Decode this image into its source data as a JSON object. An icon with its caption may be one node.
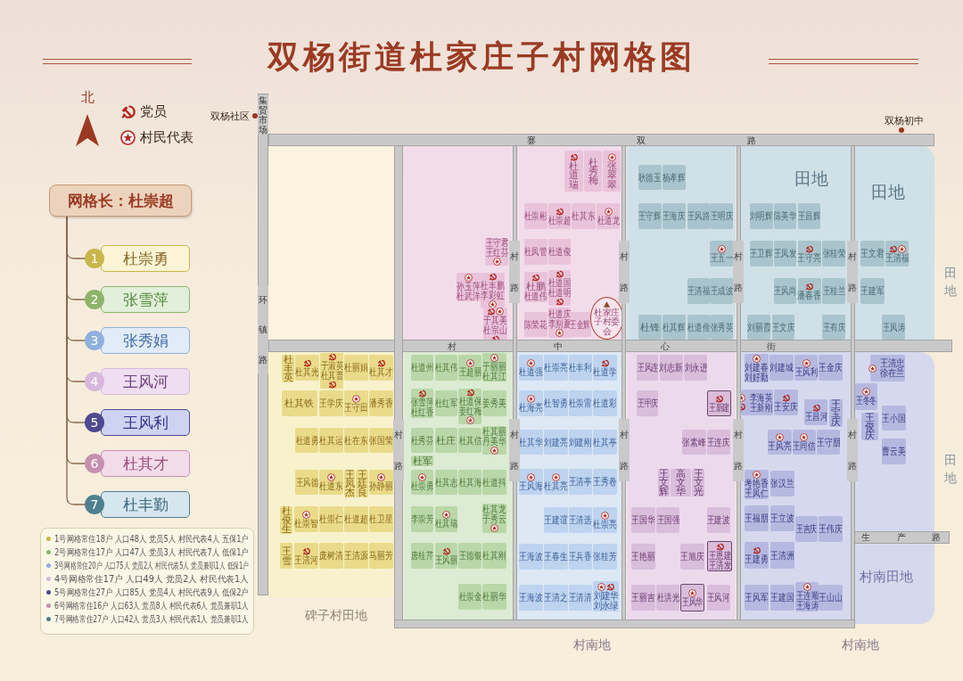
{
  "diagram": {
    "title": "双杨街道杜家庄子村网格图",
    "nodes": [
      {
        "text": [
          "网格长：杜崇超"
        ]
      },
      {
        "text": [
          "1",
          "杜崇勇"
        ]
      },
      {
        "text": [
          "2",
          "张雪萍"
        ]
      },
      {
        "text": [
          "3",
          "张秀娟"
        ]
      },
      {
        "text": [
          "4",
          "王风河"
        ]
      },
      {
        "text": [
          "5",
          "王风利"
        ]
      },
      {
        "text": [
          "6",
          "杜其才"
        ]
      },
      {
        "text": [
          "7",
          "杜丰勤"
        ]
      },
      {
        "text": [],
        "shape": "box"
      },
      {
        "text": [],
        "shape": "box"
      },
      {
        "text": [
          "王守君",
          "王红芬"
        ],
        "in": 9
      },
      {
        "text": [
          "孙玉萍",
          "杜武洋"
        ],
        "in": 9
      },
      {
        "text": [
          "杜丰鹏",
          "李彩虹"
        ],
        "in": 9
      },
      {
        "text": [
          "于其美",
          "杜宗山"
        ],
        "in": 9
      },
      {
        "text": [],
        "shape": "box"
      },
      {
        "text": [
          "杜道瑞"
        ],
        "in": 14
      },
      {
        "text": [
          "杜秀梅"
        ],
        "in": 14
      },
      {
        "text": [
          "张翠翠"
        ],
        "in": 14
      },
      {
        "text": [
          "杜崇彬"
        ],
        "in": 14
      },
      {
        "text": [
          "杜崇超"
        ],
        "in": 14
      },
      {
        "text": [
          "杜其东"
        ],
        "in": 14
      },
      {
        "text": [
          "杜道龙"
        ],
        "in": 14
      },
      {
        "text": [
          "杜凤管"
        ],
        "in": 14
      },
      {
        "text": [
          "杜道俊"
        ],
        "in": 14
      },
      {
        "text": [
          "杜鹏",
          "杜道伟"
        ],
        "in": 14
      },
      {
        "text": [
          "杜道国",
          "杜道明"
        ],
        "in": 14
      },
      {
        "text": [
          "陈荣花"
        ],
        "in": 14
      },
      {
        "text": [
          "杜道庆",
          "李别夏"
        ],
        "in": 14
      },
      {
        "text": [
          "王金辉"
        ],
        "in": 14
      },
      {
        "text": [
          "杜家庄子村委会"
        ],
        "in": 14
      },
      {
        "text": [],
        "shape": "box"
      },
      {
        "text": [
          "耿德玉"
        ],
        "in": 30
      },
      {
        "text": [
          "杨孝辉"
        ],
        "in": 30
      },
      {
        "text": [
          "王守辉"
        ],
        "in": 30
      },
      {
        "text": [
          "王海庆"
        ],
        "in": 30
      },
      {
        "text": [
          "王风路"
        ],
        "in": 30
      },
      {
        "text": [
          "王明庆"
        ],
        "in": 30
      },
      {
        "text": [
          "王五一"
        ],
        "in": 30
      },
      {
        "text": [
          "王清福"
        ],
        "in": 30
      },
      {
        "text": [
          "王成波"
        ],
        "in": 30
      },
      {
        "text": [
          "杜锋"
        ],
        "in": 30
      },
      {
        "text": [
          "杜其辉"
        ],
        "in": 30
      },
      {
        "text": [
          "杜道俭"
        ],
        "in": 30
      },
      {
        "text": [
          "张秀英"
        ],
        "in": 30
      },
      {
        "text": [
          "田地"
        ]
      },
      {
        "text": [
          "刘明辉"
        ],
        "in": 44
      },
      {
        "text": [
          "陈美华"
        ],
        "in": 44
      },
      {
        "text": [
          "王昌辉"
        ],
        "in": 44
      },
      {
        "text": [
          "王卫辉"
        ],
        "in": 44
      },
      {
        "text": [
          "王凤发"
        ],
        "in": 44
      },
      {
        "text": [
          "王守亮"
        ],
        "in": 44
      },
      {
        "text": [
          "张桂荣"
        ],
        "in": 44
      },
      {
        "text": [
          "王风尚"
        ],
        "in": 44
      },
      {
        "text": [
          "潘春香"
        ],
        "in": 44
      },
      {
        "text": [
          "王桂兰"
        ],
        "in": 44
      },
      {
        "text": [
          "刘丽霞"
        ],
        "in": 44
      },
      {
        "text": [
          "王文庆"
        ],
        "in": 44
      },
      {
        "text": [
          "王有庆"
        ],
        "in": 44
      },
      {
        "text": [
          "田地"
        ]
      },
      {
        "text": [
          "王文君"
        ],
        "in": 58
      },
      {
        "text": [
          "王清福"
        ],
        "in": 58
      },
      {
        "text": [
          "王建军"
        ],
        "in": 58
      },
      {
        "text": [
          "王凤涛"
        ],
        "in": 58
      },
      {
        "text": [],
        "shape": "box"
      },
      {
        "text": [
          "杜丰英"
        ],
        "in": 63
      },
      {
        "text": [
          "杜其光"
        ],
        "in": 63
      },
      {
        "text": [
          "于淑英",
          "杜其普"
        ],
        "in": 63
      },
      {
        "text": [
          "杜丽娟"
        ],
        "in": 63
      },
      {
        "text": [
          "杜其才"
        ],
        "in": 63
      },
      {
        "text": [
          "杜其铁"
        ],
        "in": 63
      },
      {
        "text": [
          "王学庆"
        ],
        "in": 63
      },
      {
        "text": [
          "王守田"
        ],
        "in": 63
      },
      {
        "text": [
          "潘秀香"
        ],
        "in": 63
      },
      {
        "text": [
          "杜道勇"
        ],
        "in": 63
      },
      {
        "text": [
          "杜其运"
        ],
        "in": 63
      },
      {
        "text": [
          "杜在东"
        ],
        "in": 63
      },
      {
        "text": [
          "张国荣"
        ],
        "in": 63
      },
      {
        "text": [
          "王风德"
        ],
        "in": 63
      },
      {
        "text": [
          "杜道东"
        ],
        "in": 63
      },
      {
        "text": [
          "王凤杰"
        ],
        "in": 63
      },
      {
        "text": [
          "王廷良"
        ],
        "in": 63
      },
      {
        "text": [
          "孙静丽"
        ],
        "in": 63
      },
      {
        "text": [
          "杜俊生"
        ],
        "in": 63
      },
      {
        "text": [
          "杜崇智"
        ],
        "in": 63
      },
      {
        "text": [
          "杜崇仁"
        ],
        "in": 63
      },
      {
        "text": [
          "杜道超"
        ],
        "in": 63
      },
      {
        "text": [
          "杜卫星"
        ],
        "in": 63
      },
      {
        "text": [
          "王雪"
        ],
        "in": 63
      },
      {
        "text": [
          "王清河"
        ],
        "in": 63
      },
      {
        "text": [
          "庞树清"
        ],
        "in": 63
      },
      {
        "text": [
          "王清源"
        ],
        "in": 63
      },
      {
        "text": [
          "马丽芳"
        ],
        "in": 63
      },
      {
        "text": [],
        "shape": "box"
      },
      {
        "text": [
          "杜道州"
        ],
        "in": 92
      },
      {
        "text": [
          "杜其伟"
        ],
        "in": 92
      },
      {
        "text": [
          "王超丽"
        ],
        "in": 92
      },
      {
        "text": [
          "于丽丽",
          "杜其江"
        ],
        "in": 92
      },
      {
        "text": [
          "张雪萍",
          "杜红香"
        ],
        "in": 92
      },
      {
        "text": [
          "杜红军"
        ],
        "in": 92
      },
      {
        "text": [
          "杜道保",
          "姜红梅"
        ],
        "in": 92
      },
      {
        "text": [
          "姜秀美"
        ],
        "in": 92
      },
      {
        "text": [
          "杜秀芬"
        ],
        "in": 92
      },
      {
        "text": [
          "杜庄"
        ],
        "in": 92
      },
      {
        "text": [
          "杜其信"
        ],
        "in": 92
      },
      {
        "text": [
          "杜其丽",
          "丹美华"
        ],
        "in": 92
      },
      {
        "text": [
          "杜军"
        ],
        "in": 92
      },
      {
        "text": [
          "杜崇勇"
        ],
        "in": 92
      },
      {
        "text": [
          "杜其志"
        ],
        "in": 92
      },
      {
        "text": [
          "杜其海"
        ],
        "in": 92
      },
      {
        "text": [
          "杜道抖"
        ],
        "in": 92
      },
      {
        "text": [
          "李崇芳"
        ],
        "in": 92
      },
      {
        "text": [
          "杜其瑞"
        ],
        "in": 92
      },
      {
        "text": [
          "杜其龙",
          "于秀云"
        ],
        "in": 92
      },
      {
        "text": [
          "唐桂芹"
        ],
        "in": 92
      },
      {
        "text": [
          "王风丽"
        ],
        "in": 92
      },
      {
        "text": [
          "王德银"
        ],
        "in": 92
      },
      {
        "text": [
          "杜其刚"
        ],
        "in": 92
      },
      {
        "text": [
          "杜崇金"
        ],
        "in": 92
      },
      {
        "text": [
          "杜丽华"
        ],
        "in": 92
      },
      {
        "text": [],
        "shape": "box"
      },
      {
        "text": [
          "杜道强"
        ],
        "in": 119
      },
      {
        "text": [
          "杜崇亮"
        ],
        "in": 119
      },
      {
        "text": [
          "杜丰利"
        ],
        "in": 119
      },
      {
        "text": [
          "杜道学"
        ],
        "in": 119
      },
      {
        "text": [
          "杜海亮"
        ],
        "in": 119
      },
      {
        "text": [
          "杜智勇"
        ],
        "in": 119
      },
      {
        "text": [
          "杜崇雷"
        ],
        "in": 119
      },
      {
        "text": [
          "杜道彩"
        ],
        "in": 119
      },
      {
        "text": [
          "杜其华"
        ],
        "in": 119
      },
      {
        "text": [
          "刘建亮"
        ],
        "in": 119
      },
      {
        "text": [
          "刘建刚"
        ],
        "in": 119
      },
      {
        "text": [
          "杜其亭"
        ],
        "in": 119
      },
      {
        "text": [
          "王风海"
        ],
        "in": 119
      },
      {
        "text": [
          "杜其亮"
        ],
        "in": 119
      },
      {
        "text": [
          "王清亭"
        ],
        "in": 119
      },
      {
        "text": [
          "王秀卷"
        ],
        "in": 119
      },
      {
        "text": [
          "王建谊"
        ],
        "in": 119
      },
      {
        "text": [
          "王清选"
        ],
        "in": 119
      },
      {
        "text": [
          "杜崇亮"
        ],
        "in": 119
      },
      {
        "text": [
          "王海波"
        ],
        "in": 119
      },
      {
        "text": [
          "王春生"
        ],
        "in": 119
      },
      {
        "text": [
          "王兵香"
        ],
        "in": 119
      },
      {
        "text": [
          "张桂芳"
        ],
        "in": 119
      },
      {
        "text": [
          "王海波"
        ],
        "in": 119
      },
      {
        "text": [
          "王清之"
        ],
        "in": 119
      },
      {
        "text": [
          "王清清"
        ],
        "in": 119
      },
      {
        "text": [
          "刘建华",
          "刘永绿"
        ],
        "in": 119
      },
      {
        "text": [],
        "shape": "box"
      },
      {
        "text": [
          "王风连"
        ],
        "in": 147
      },
      {
        "text": [
          "刘志新"
        ],
        "in": 147
      },
      {
        "text": [
          "刘永进"
        ],
        "in": 147
      },
      {
        "text": [
          "王甲庆"
        ],
        "in": 147
      },
      {
        "text": [
          "王新建"
        ],
        "in": 147
      },
      {
        "text": [
          "张素峰"
        ],
        "in": 147
      },
      {
        "text": [
          "王连庆"
        ],
        "in": 147
      },
      {
        "text": [
          "王文辉"
        ],
        "in": 147
      },
      {
        "text": [
          "高文华"
        ],
        "in": 147
      },
      {
        "text": [
          "王文光"
        ],
        "in": 147
      },
      {
        "text": [
          "王国华"
        ],
        "in": 147
      },
      {
        "text": [
          "王国强"
        ],
        "in": 147
      },
      {
        "text": [
          "王建波"
        ],
        "in": 147
      },
      {
        "text": [
          "王艳丽"
        ],
        "in": 147
      },
      {
        "text": [
          "王旭庆"
        ],
        "in": 147
      },
      {
        "text": [
          "王恩建",
          "王清发"
        ],
        "in": 147
      },
      {
        "text": [
          "王丽吉"
        ],
        "in": 147
      },
      {
        "text": [
          "杜洪光"
        ],
        "in": 147
      },
      {
        "text": [
          "王风华"
        ],
        "in": 147
      },
      {
        "text": [
          "王风河"
        ],
        "in": 147
      },
      {
        "text": [],
        "shape": "box"
      },
      {
        "text": [
          "刘建春",
          "刘好勤"
        ],
        "in": 168
      },
      {
        "text": [
          "刘建城"
        ],
        "in": 168
      },
      {
        "text": [
          "王风利"
        ],
        "in": 168
      },
      {
        "text": [
          "王金庆"
        ],
        "in": 168
      },
      {
        "text": [
          "李海英",
          "王新刚"
        ],
        "in": 168
      },
      {
        "text": [
          "王安庆"
        ],
        "in": 168
      },
      {
        "text": [
          "王昌河"
        ],
        "in": 168
      },
      {
        "text": [
          "王宝庆"
        ],
        "in": 168
      },
      {
        "text": [
          "王风亮"
        ],
        "in": 168
      },
      {
        "text": [
          "王同信"
        ],
        "in": 168
      },
      {
        "text": [
          "王守朋"
        ],
        "in": 168
      },
      {
        "text": [
          "考艳香",
          "王凤仁"
        ],
        "in": 168
      },
      {
        "text": [
          "张汉兰"
        ],
        "in": 168
      },
      {
        "text": [
          "王福朋"
        ],
        "in": 168
      },
      {
        "text": [
          "王立波"
        ],
        "in": 168
      },
      {
        "text": [
          "王吉庆"
        ],
        "in": 168
      },
      {
        "text": [
          "王伟庆"
        ],
        "in": 168
      },
      {
        "text": [
          "王建勇"
        ],
        "in": 168
      },
      {
        "text": [
          "王清洲"
        ],
        "in": 168
      },
      {
        "text": [
          "王风军"
        ],
        "in": 168
      },
      {
        "text": [
          "王建国"
        ],
        "in": 168
      },
      {
        "text": [
          "王连顺",
          "王海涛"
        ],
        "in": 168
      },
      {
        "text": [
          "王山山"
        ],
        "in": 168
      },
      {
        "text": [
          "村南田地"
        ]
      },
      {
        "text": [
          "王清忠",
          "徐在兰"
        ],
        "in": 192
      },
      {
        "text": [
          "王冬冬"
        ],
        "in": 192
      },
      {
        "text": [
          "王俊庆"
        ],
        "in": 192
      },
      {
        "text": [
          "王小国"
        ],
        "in": 192
      },
      {
        "text": [
          "曹云美"
        ],
        "in": 192
      }
    ],
    "edges": [
      {
        "from": 0,
        "to": 1,
        "arrow": "none"
      },
      {
        "from": 0,
        "to": 2,
        "arrow": "none"
      },
      {
        "from": 0,
        "to": 3,
        "arrow": "none"
      },
      {
        "from": 0,
        "to": 4,
        "arrow": "none"
      },
      {
        "from": 0,
        "to": 5,
        "arrow": "none"
      },
      {
        "from": 0,
        "to": 6,
        "arrow": "none"
      },
      {
        "from": 0,
        "to": 7,
        "arrow": "none"
      }
    ],
    "labels": [
      "北",
      "双杨社区",
      "集贸市场",
      "双杨初中",
      "寨双路",
      "村路",
      "村路",
      "村路",
      "村路",
      "环镇路",
      "田地",
      "村中心街",
      "村路",
      "村路",
      "村路",
      "村路",
      "村路",
      "田地",
      "生产路",
      "碑子村田地",
      "村南地",
      "村南地",
      "1号网格常住18户 人口48人 党员5人 村民代表4人 五保1户",
      "2号网格常住17户 人口47人 党员3人 村民代表7人 低保1户",
      "3号网格常住20户 人口75人 党员2人 村民代表5人 党员兼职1人 低保1户",
      "4号网格常住17户 人口49人 党员2人 村民代表1人",
      "5号网格常住27户 人口85人 党员4人 村民代表9人 低保2户",
      "6号网格常住16户 人口63人 党员8人 村民代表6人 党员兼职1人",
      "7号网格常住27户 人口42人 党员3人 村民代表1人 党员兼职1人"
    ],
    "legend": [
      {
        "text": "党员"
      },
      {
        "text": "村民代表"
      }
    ]
  }
}
